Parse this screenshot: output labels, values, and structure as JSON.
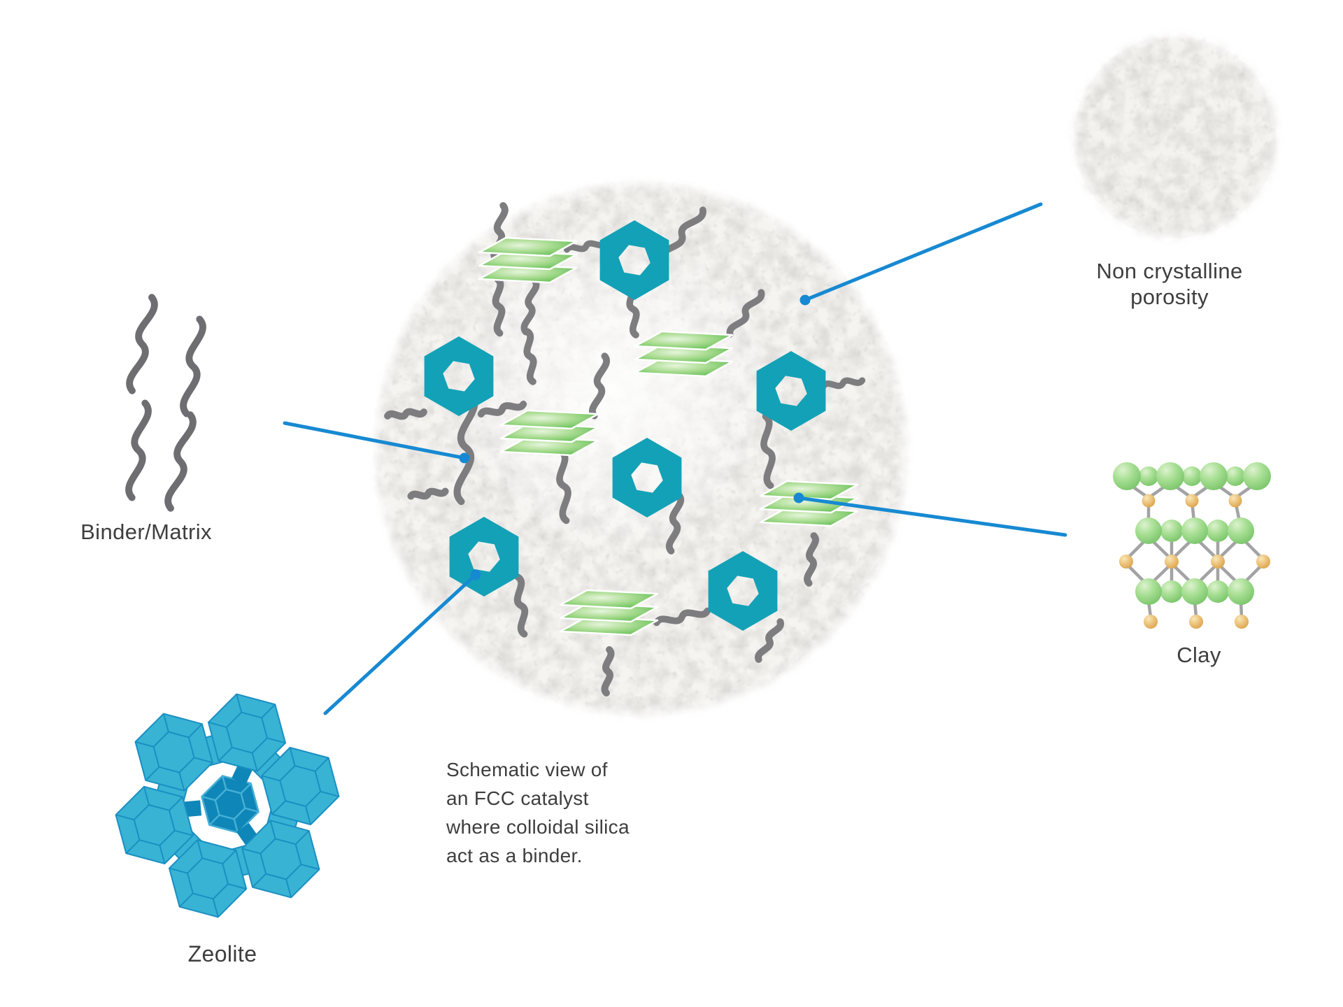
{
  "figure": {
    "caption_lines": [
      "Schematic view of",
      "an FCC catalyst",
      "where colloidal silica",
      "act as a binder."
    ],
    "labels": {
      "binder": "Binder/Matrix",
      "zeolite": "Zeolite",
      "non_crystalline_porosity": [
        "Non crystalline",
        "porosity"
      ],
      "clay": "Clay"
    },
    "particle": {
      "zeolite_hexagon_count": 6,
      "clay_stack_count": 5,
      "binder_squiggle_count": 22
    },
    "colors": {
      "zeolite_hexagon_teal": "#13a1b7",
      "zeolite_cage_light": "#38b3d4",
      "zeolite_cage_dark": "#0f86b8",
      "clay_sheet_green": "#4eb542",
      "clay_ball_green": "#8fd27e",
      "clay_ball_gold": "#e0ae55",
      "binder_gray": "#7d7d80",
      "leader_blue": "#1789d2",
      "label_text": "#3e3e3e"
    }
  }
}
